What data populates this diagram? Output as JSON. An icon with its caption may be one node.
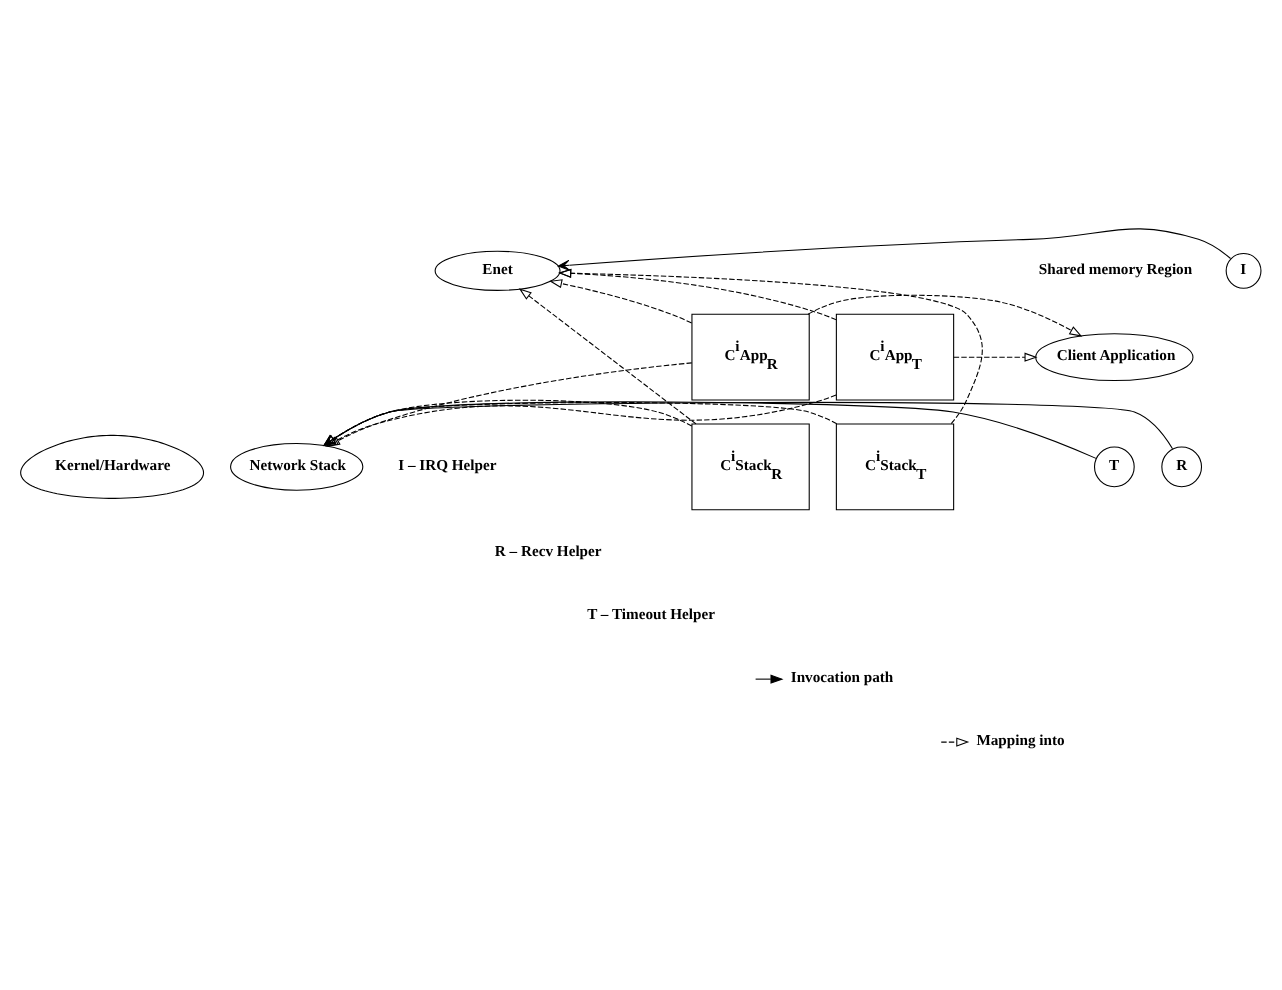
{
  "diagram": {
    "nodes": [
      {
        "text": [
          "C$^{i}$App$_{R}$"
        ]
      },
      {
        "text": [
          "C$^{i}$Stack$_{R}$"
        ]
      },
      {
        "text": [
          "Client Application"
        ]
      },
      {
        "text": [
          "Network Stack"
        ]
      },
      {
        "text": [
          "Enet"
        ]
      },
      {
        "text": [
          "T"
        ]
      },
      {
        "text": [
          "R"
        ]
      },
      {
        "text": [
          "I"
        ]
      },
      {
        "text": [
          "Kernel/Hardware"
        ]
      },
      {
        "text": [
          "C$^{i}$App$_{T}$"
        ]
      },
      {
        "text": [
          "C$^{i}$Stack$_{T}$"
        ]
      }
    ],
    "edges": [
      {
        "from": 0,
        "to": 2,
        "arrow": "to",
        "style": "dashed"
      },
      {
        "from": 0,
        "to": 3,
        "arrow": "to",
        "style": "dashed"
      },
      {
        "from": 0,
        "to": 4,
        "arrow": "to",
        "style": "dashed"
      },
      {
        "from": 1,
        "to": 3,
        "arrow": "to",
        "style": "dashed"
      },
      {
        "from": 1,
        "to": 4,
        "arrow": "to",
        "style": "dashed"
      },
      {
        "from": 9,
        "to": 2,
        "arrow": "to",
        "style": "dashed"
      },
      {
        "from": 9,
        "to": 3,
        "arrow": "to",
        "style": "dashed"
      },
      {
        "from": 9,
        "to": 4,
        "arrow": "to",
        "style": "dashed"
      },
      {
        "from": 10,
        "to": 3,
        "arrow": "to",
        "style": "dashed"
      },
      {
        "from": 10,
        "to": 4,
        "arrow": "to",
        "style": "dashed"
      },
      {
        "from": 5,
        "to": 3,
        "arrow": "to"
      },
      {
        "from": 6,
        "to": 3,
        "arrow": "to"
      },
      {
        "from": 7,
        "to": 4,
        "arrow": "to"
      }
    ],
    "labels": [
      "Shared memory Region",
      "I – IRQ Helper",
      "R – Recv Helper",
      "T – Timeout Helper"
    ],
    "legend": [
      {
        "text": "Invocation path"
      },
      {
        "text": "Mapping into"
      }
    ]
  }
}
